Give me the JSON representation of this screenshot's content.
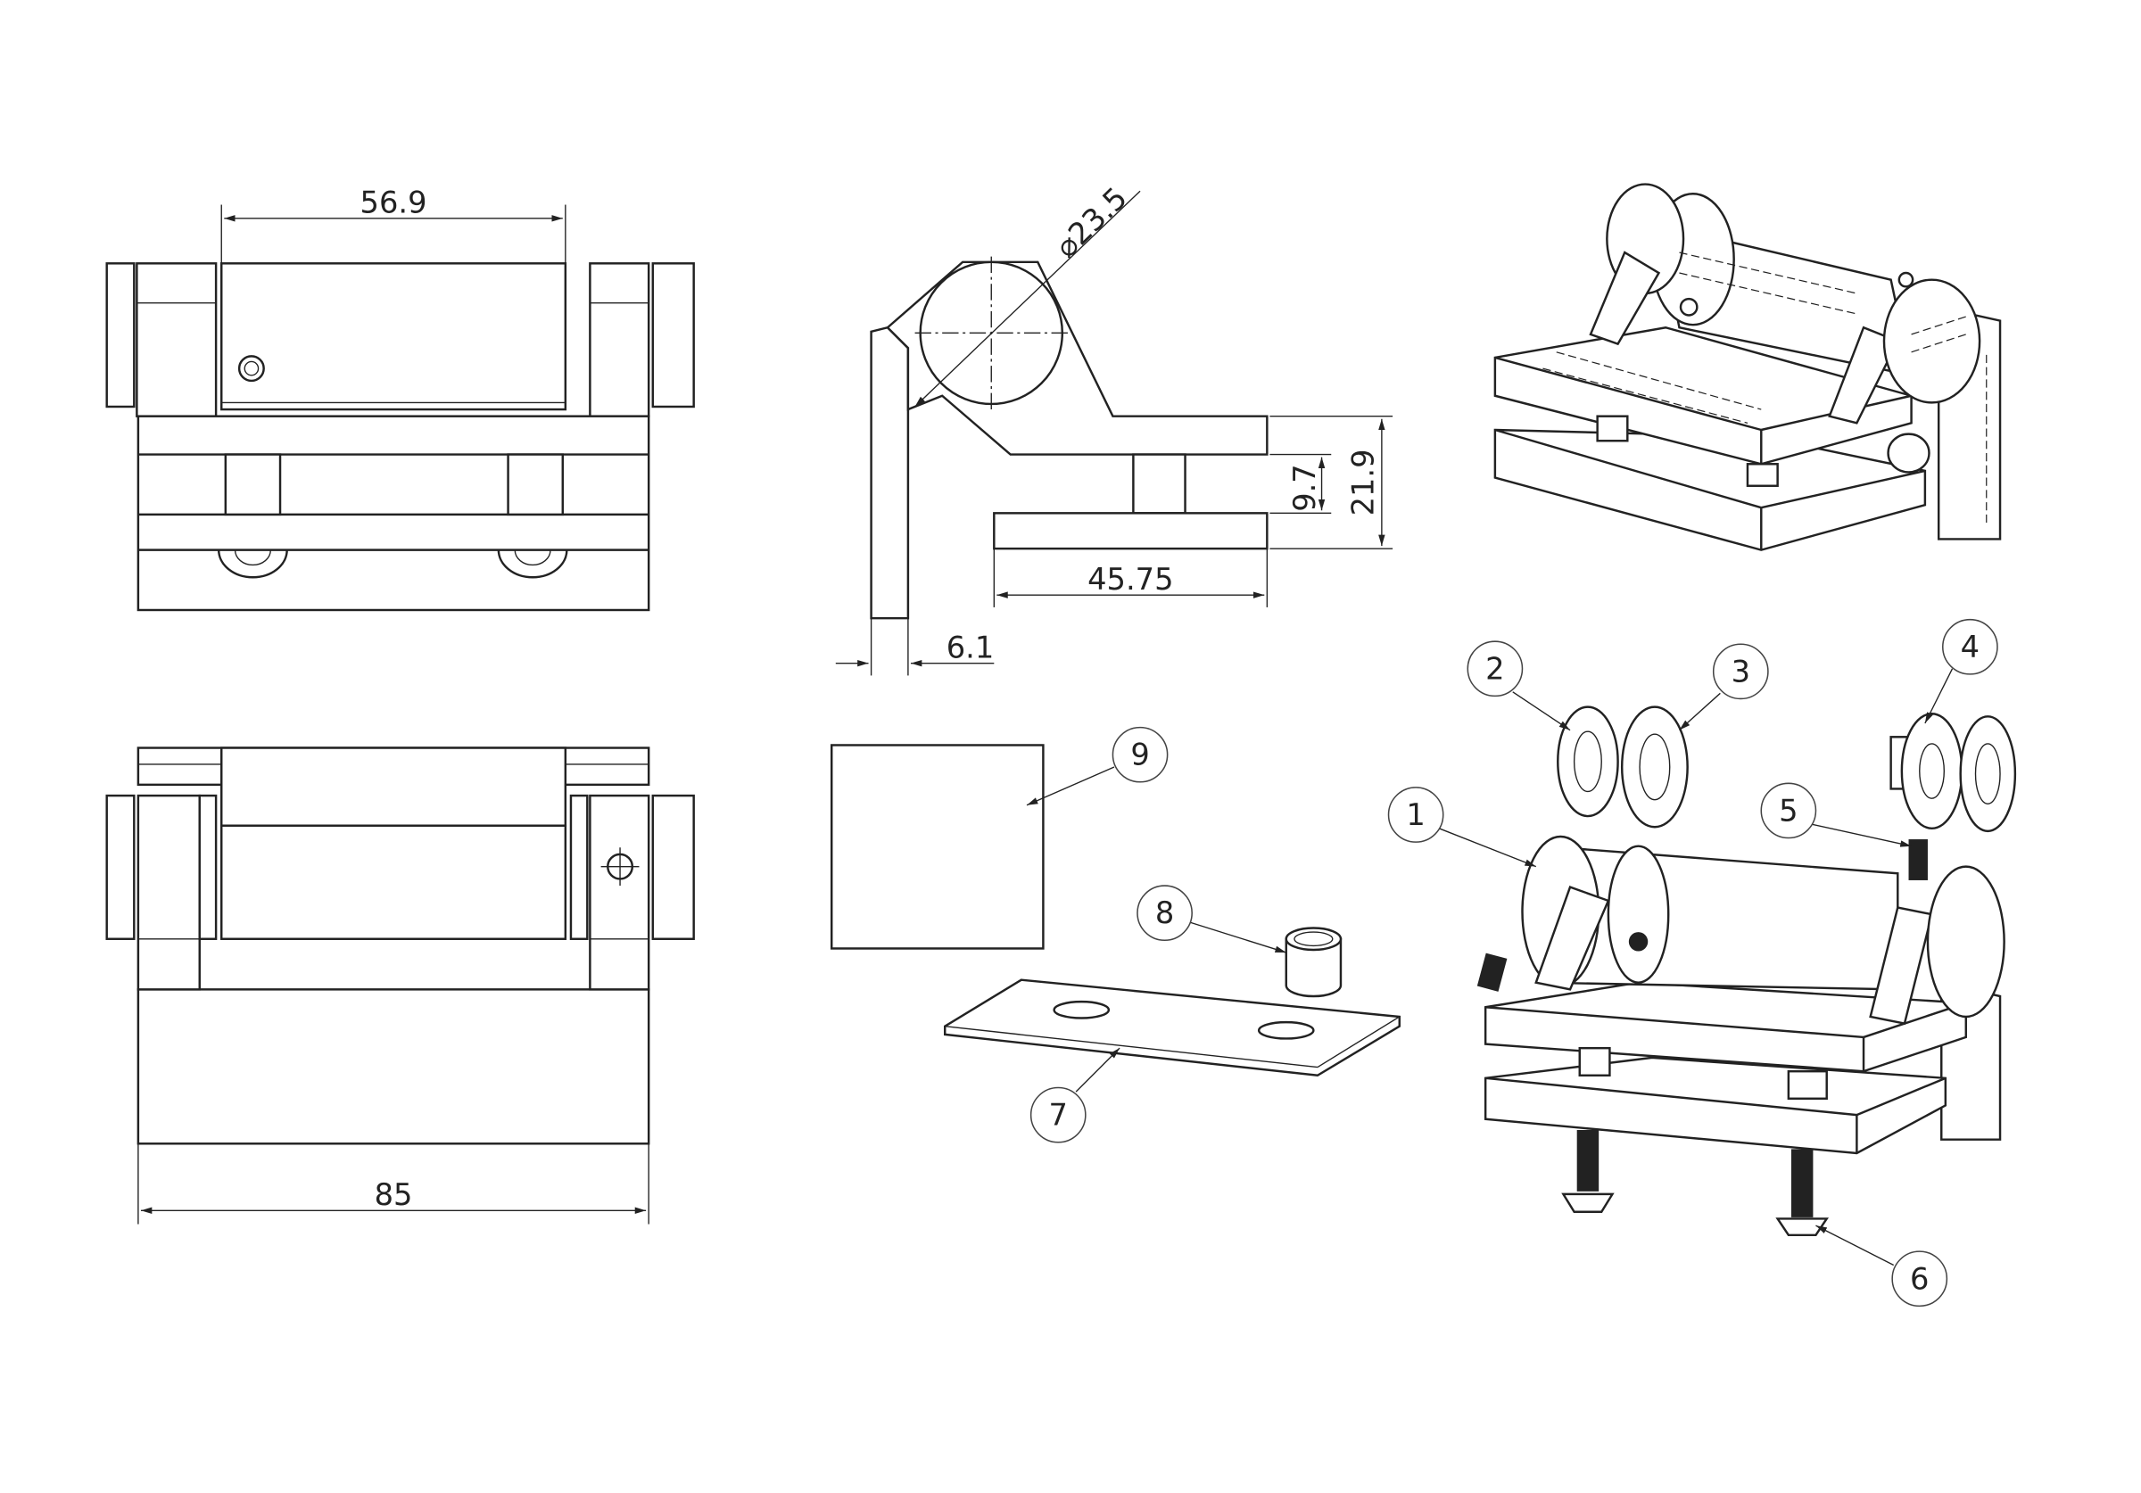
{
  "dimensions": {
    "front_width": "56.9",
    "overall_width": "85",
    "barrel_diameter": "⌀23.5",
    "spacer_height": "9.7",
    "total_height": "21.9",
    "plate_length": "45.75",
    "leaf_thickness": "6.1"
  },
  "balloons": [
    "1",
    "2",
    "3",
    "4",
    "5",
    "6",
    "7",
    "8",
    "9"
  ]
}
